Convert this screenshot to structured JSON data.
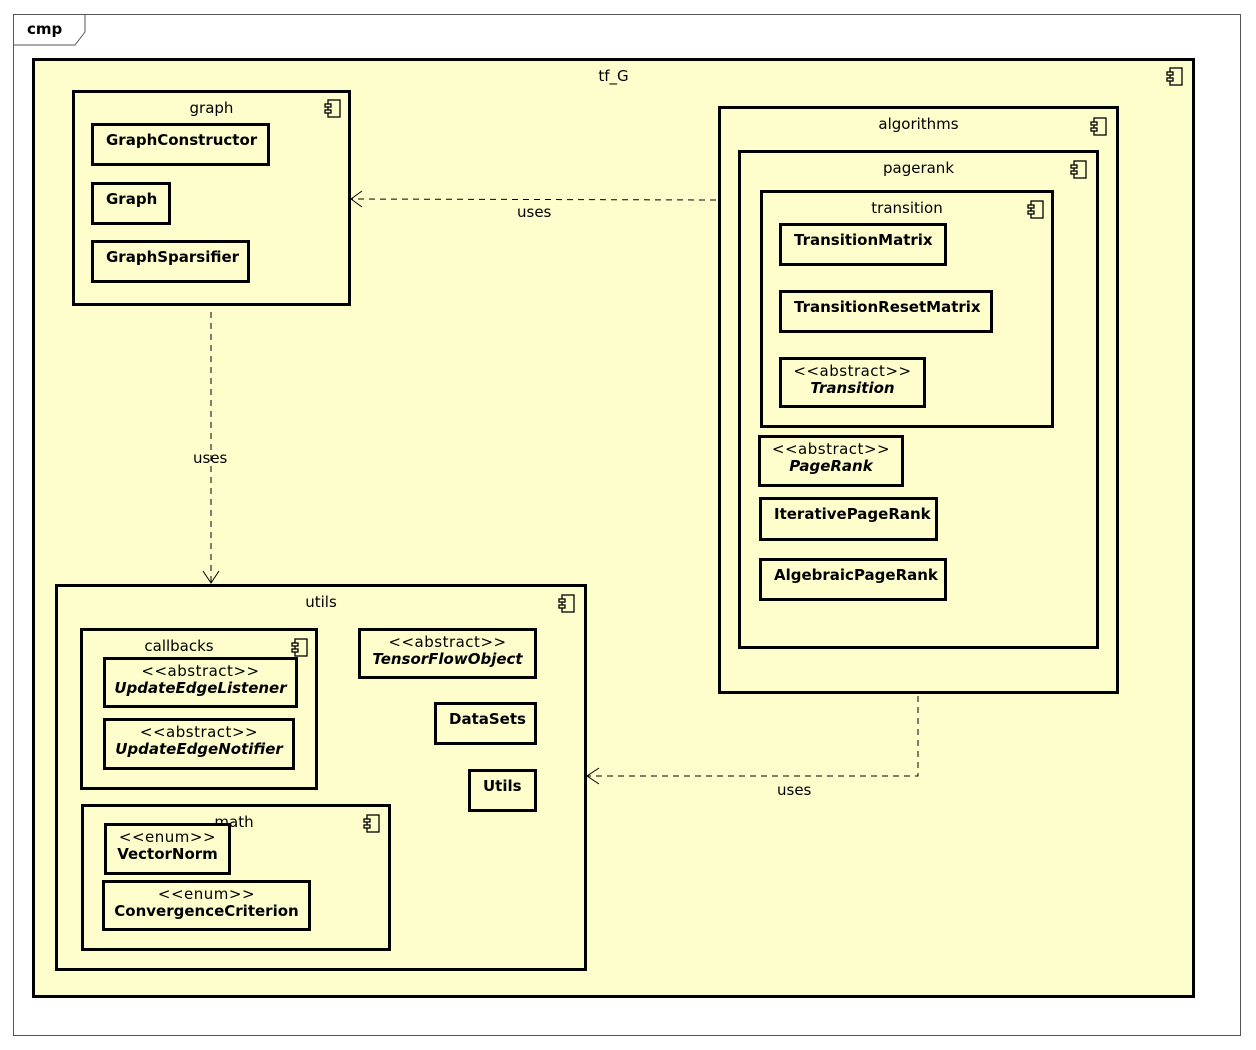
{
  "frame": {
    "label": "cmp"
  },
  "root": {
    "title": "tf_G"
  },
  "graph": {
    "title": "graph",
    "classes": [
      "GraphConstructor",
      "Graph",
      "GraphSparsifier"
    ]
  },
  "algorithms": {
    "title": "algorithms",
    "pagerank": {
      "title": "pagerank",
      "transition": {
        "title": "transition",
        "classes": [
          "TransitionMatrix",
          "TransitionResetMatrix"
        ],
        "abstract": {
          "stereotype": "<<abstract>>",
          "name": "Transition"
        }
      },
      "abstract": {
        "stereotype": "<<abstract>>",
        "name": "PageRank"
      },
      "classes": [
        "IterativePageRank",
        "AlgebraicPageRank"
      ]
    }
  },
  "utils": {
    "title": "utils",
    "callbacks": {
      "title": "callbacks",
      "listener": {
        "stereotype": "<<abstract>>",
        "name": "UpdateEdgeListener"
      },
      "notifier": {
        "stereotype": "<<abstract>>",
        "name": "UpdateEdgeNotifier"
      }
    },
    "tensorflow": {
      "stereotype": "<<abstract>>",
      "name": "TensorFlowObject"
    },
    "classes": [
      "DataSets",
      "Utils"
    ],
    "math": {
      "title": "math",
      "vectornorm": {
        "stereotype": "<<enum>>",
        "name": "VectorNorm"
      },
      "convergence": {
        "stereotype": "<<enum>>",
        "name": "ConvergenceCriterion"
      }
    }
  },
  "edges": {
    "algorithms_graph": "uses",
    "graph_utils": "uses",
    "algorithms_utils": "uses"
  },
  "colors": {
    "package_fill": "#fefecc",
    "border": "#000000"
  }
}
